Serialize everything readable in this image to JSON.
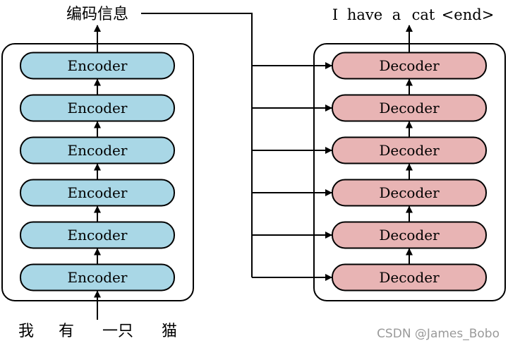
{
  "encoder_stack": {
    "layers": [
      "Encoder",
      "Encoder",
      "Encoder",
      "Encoder",
      "Encoder",
      "Encoder"
    ],
    "fill": "#a9d7e6",
    "output_label": "编码信息",
    "input_tokens": [
      "我",
      "有",
      "一只",
      "猫"
    ]
  },
  "decoder_stack": {
    "layers": [
      "Decoder",
      "Decoder",
      "Decoder",
      "Decoder",
      "Decoder",
      "Decoder"
    ],
    "fill": "#e8b4b4",
    "output_tokens": [
      "I",
      "have",
      "a",
      "cat",
      "<end>"
    ]
  },
  "watermark": "CSDN @James_Bobo"
}
